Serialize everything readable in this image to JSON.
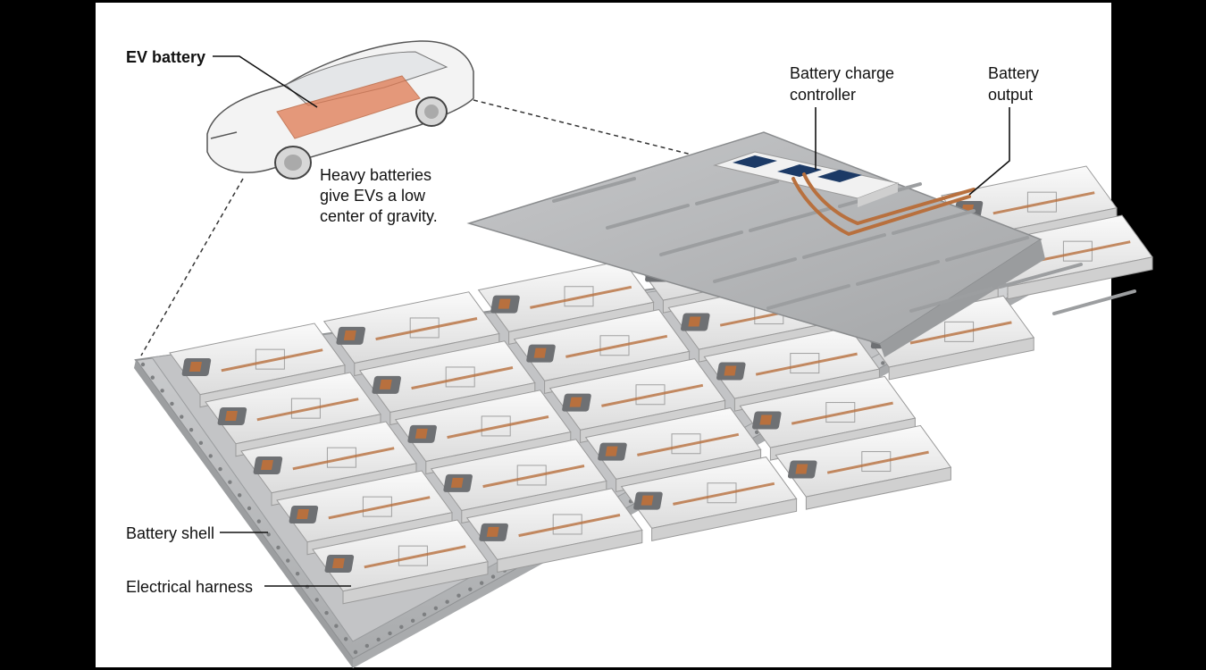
{
  "labels": {
    "ev_battery": "EV battery",
    "battery_charge_controller_line1": "Battery charge",
    "battery_charge_controller_line2": "controller",
    "battery_output_line1": "Battery",
    "battery_output_line2": "output",
    "caption_line1": "Heavy batteries",
    "caption_line2": "give EVs a low",
    "caption_line3": "center of gravity.",
    "battery_shell": "Battery shell",
    "electrical_harness": "Electrical harness"
  },
  "colors": {
    "background": "#ffffff",
    "frame": "#000000",
    "shell": "#c9cacc",
    "shell_edge": "#8f9193",
    "module": "#f4f4f4",
    "connector": "#6e7073",
    "copper": "#b8703e",
    "battery_highlight": "#e07a52",
    "cover": "#b9babc"
  }
}
